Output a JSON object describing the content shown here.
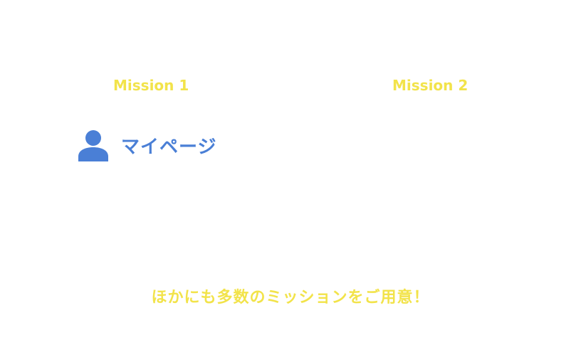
{
  "missions": [
    {
      "label": "Mission 1"
    },
    {
      "label": "Mission 2"
    }
  ],
  "mypage": {
    "label": "マイページ",
    "icon": "user-icon",
    "color": "#4a7fd6"
  },
  "footer": {
    "text": "ほかにも多数のミッションをご用意！"
  },
  "colors": {
    "accent_yellow": "#f2e34a",
    "accent_blue": "#4a7fd6",
    "background": "#ffffff"
  }
}
